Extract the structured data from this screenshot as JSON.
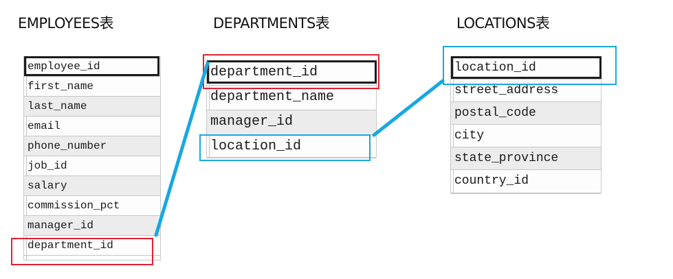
{
  "titles": {
    "employees": "EMPLOYEES表",
    "departments": "DEPARTMENTS表",
    "locations": "LOCATIONS表"
  },
  "employees": [
    "employee_id",
    "first_name",
    "last_name",
    "email",
    "phone_number",
    "job_id",
    "salary",
    "commission_pct",
    "manager_id",
    "department_id"
  ],
  "departments": [
    "department_id",
    "department_name",
    "manager_id",
    "location_id"
  ],
  "locations": [
    "location_id",
    "street_address",
    "postal_code",
    "city",
    "state_province",
    "country_id"
  ],
  "colors": {
    "highlight_red": "#e02030",
    "highlight_blue": "#18a8e0",
    "key_border": "#1b1b1b",
    "row_alt": "#ececec"
  }
}
